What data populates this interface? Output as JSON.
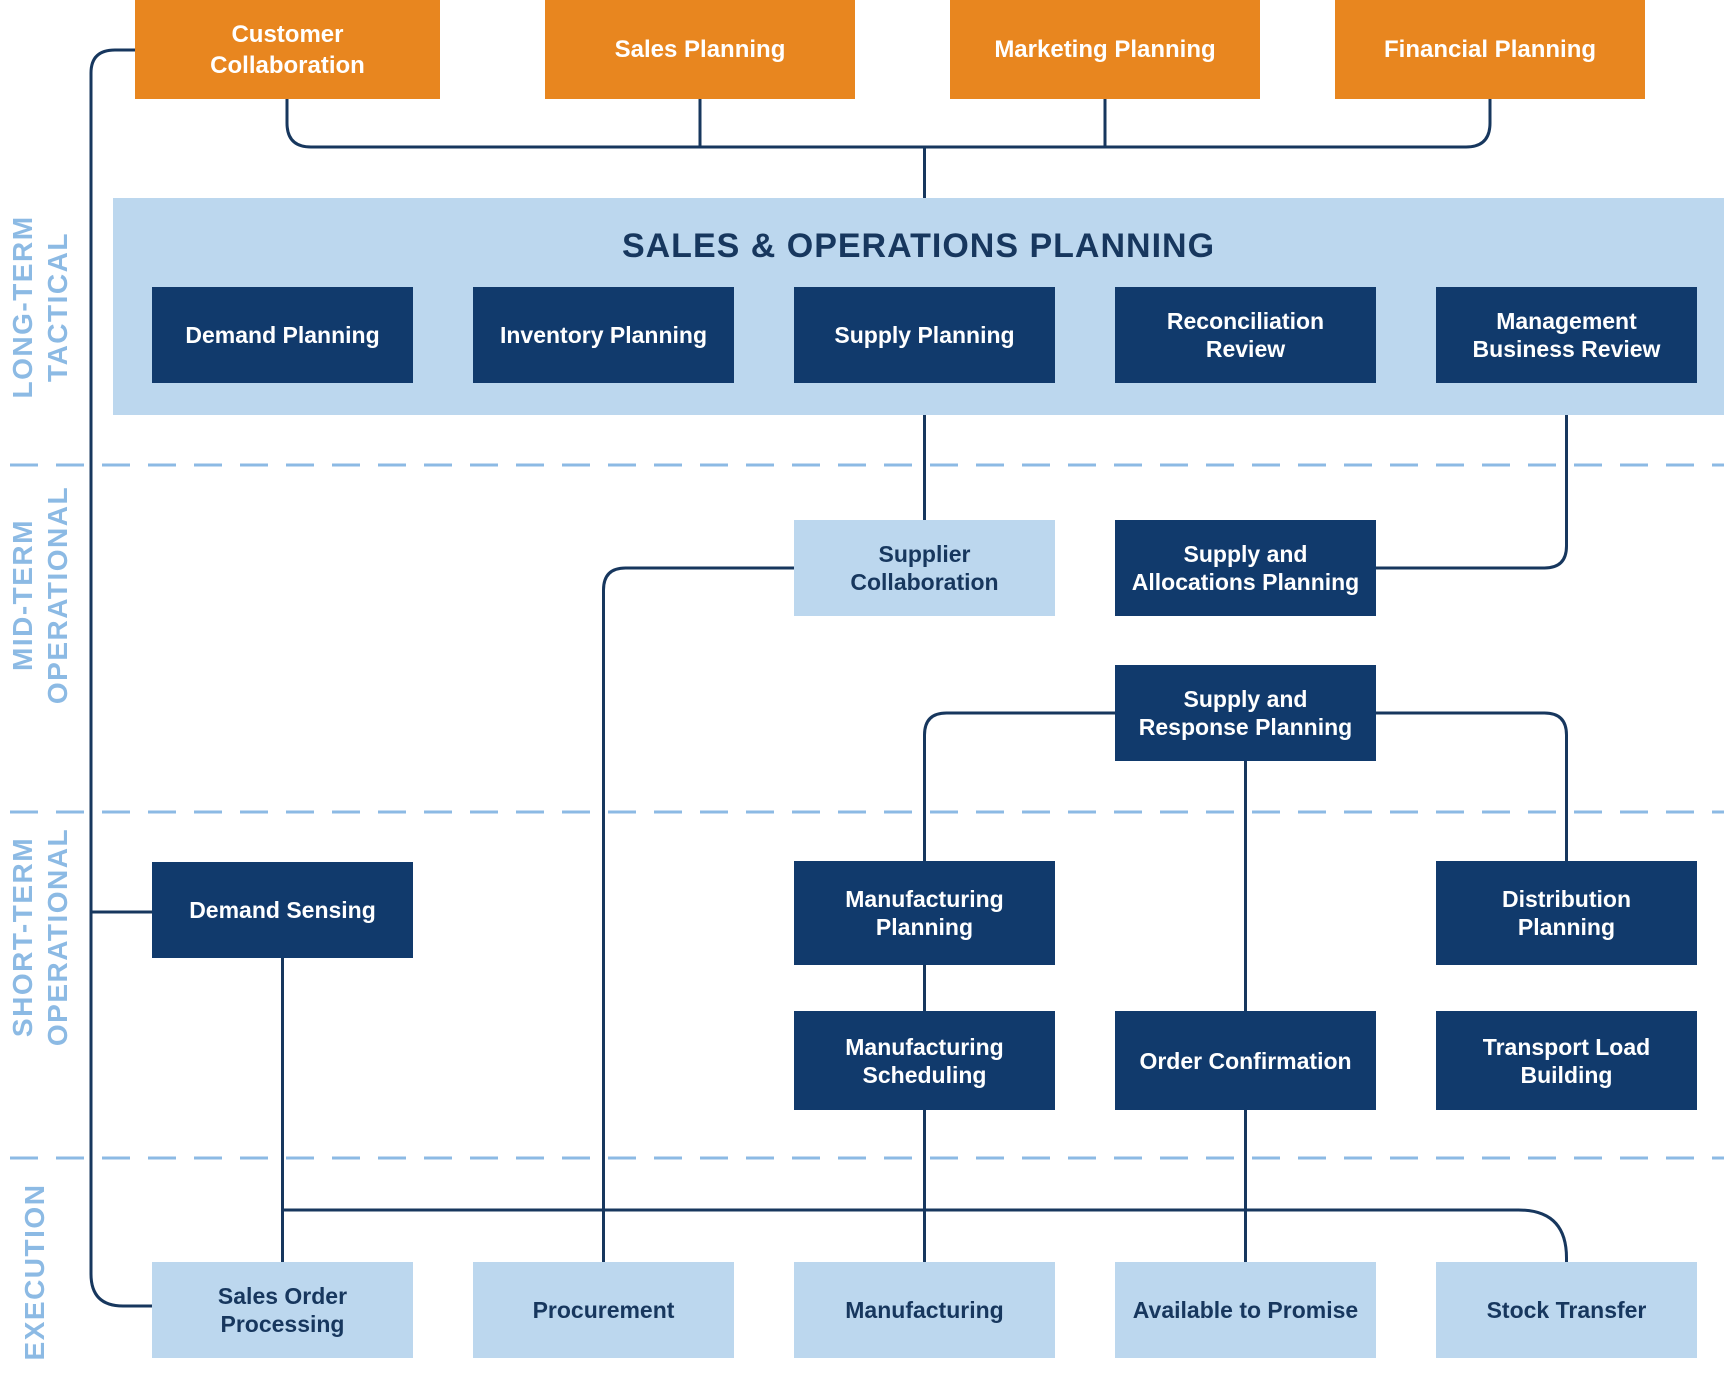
{
  "title": "SALES & OPERATIONS PLANNING",
  "colors": {
    "orange": "#E8861F",
    "navy_box": "#113A6C",
    "light_blue": "#BCD7EE",
    "connector_navy": "#17375E",
    "section_label_blue": "#8CBAE4",
    "background": "#FFFFFF"
  },
  "side_labels": [
    {
      "id": "long-term-tactical",
      "text": "LONG-TERM\nTACTICAL"
    },
    {
      "id": "mid-term-operational",
      "text": "MID-TERM\nOPERATIONAL"
    },
    {
      "id": "short-term-operational",
      "text": "SHORT-TERM\nOPERATIONAL"
    },
    {
      "id": "execution",
      "text": "EXECUTION"
    }
  ],
  "nodes": [
    {
      "id": "customer-collaboration",
      "label": "Customer\nCollaboration",
      "variant": "orange"
    },
    {
      "id": "sales-planning",
      "label": "Sales Planning",
      "variant": "orange"
    },
    {
      "id": "marketing-planning",
      "label": "Marketing Planning",
      "variant": "orange"
    },
    {
      "id": "financial-planning",
      "label": "Financial Planning",
      "variant": "orange"
    },
    {
      "id": "demand-planning",
      "label": "Demand Planning",
      "variant": "navy"
    },
    {
      "id": "inventory-planning",
      "label": "Inventory Planning",
      "variant": "navy"
    },
    {
      "id": "supply-planning",
      "label": "Supply Planning",
      "variant": "navy"
    },
    {
      "id": "reconciliation-review",
      "label": "Reconciliation\nReview",
      "variant": "navy"
    },
    {
      "id": "management-business-review",
      "label": "Management\nBusiness Review",
      "variant": "navy"
    },
    {
      "id": "supplier-collaboration",
      "label": "Supplier\nCollaboration",
      "variant": "light"
    },
    {
      "id": "supply-allocations-planning",
      "label": "Supply and\nAllocations Planning",
      "variant": "navy"
    },
    {
      "id": "supply-response-planning",
      "label": "Supply and\nResponse Planning",
      "variant": "navy"
    },
    {
      "id": "demand-sensing",
      "label": "Demand Sensing",
      "variant": "navy"
    },
    {
      "id": "manufacturing-planning",
      "label": "Manufacturing\nPlanning",
      "variant": "navy"
    },
    {
      "id": "distribution-planning",
      "label": "Distribution\nPlanning",
      "variant": "navy"
    },
    {
      "id": "manufacturing-scheduling",
      "label": "Manufacturing\nScheduling",
      "variant": "navy"
    },
    {
      "id": "order-confirmation",
      "label": "Order Confirmation",
      "variant": "navy"
    },
    {
      "id": "transport-load-building",
      "label": "Transport Load\nBuilding",
      "variant": "navy"
    },
    {
      "id": "sales-order-processing",
      "label": "Sales Order\nProcessing",
      "variant": "light"
    },
    {
      "id": "procurement",
      "label": "Procurement",
      "variant": "light"
    },
    {
      "id": "manufacturing",
      "label": "Manufacturing",
      "variant": "light"
    },
    {
      "id": "available-to-promise",
      "label": "Available to Promise",
      "variant": "light"
    },
    {
      "id": "stock-transfer",
      "label": "Stock Transfer",
      "variant": "light"
    }
  ]
}
